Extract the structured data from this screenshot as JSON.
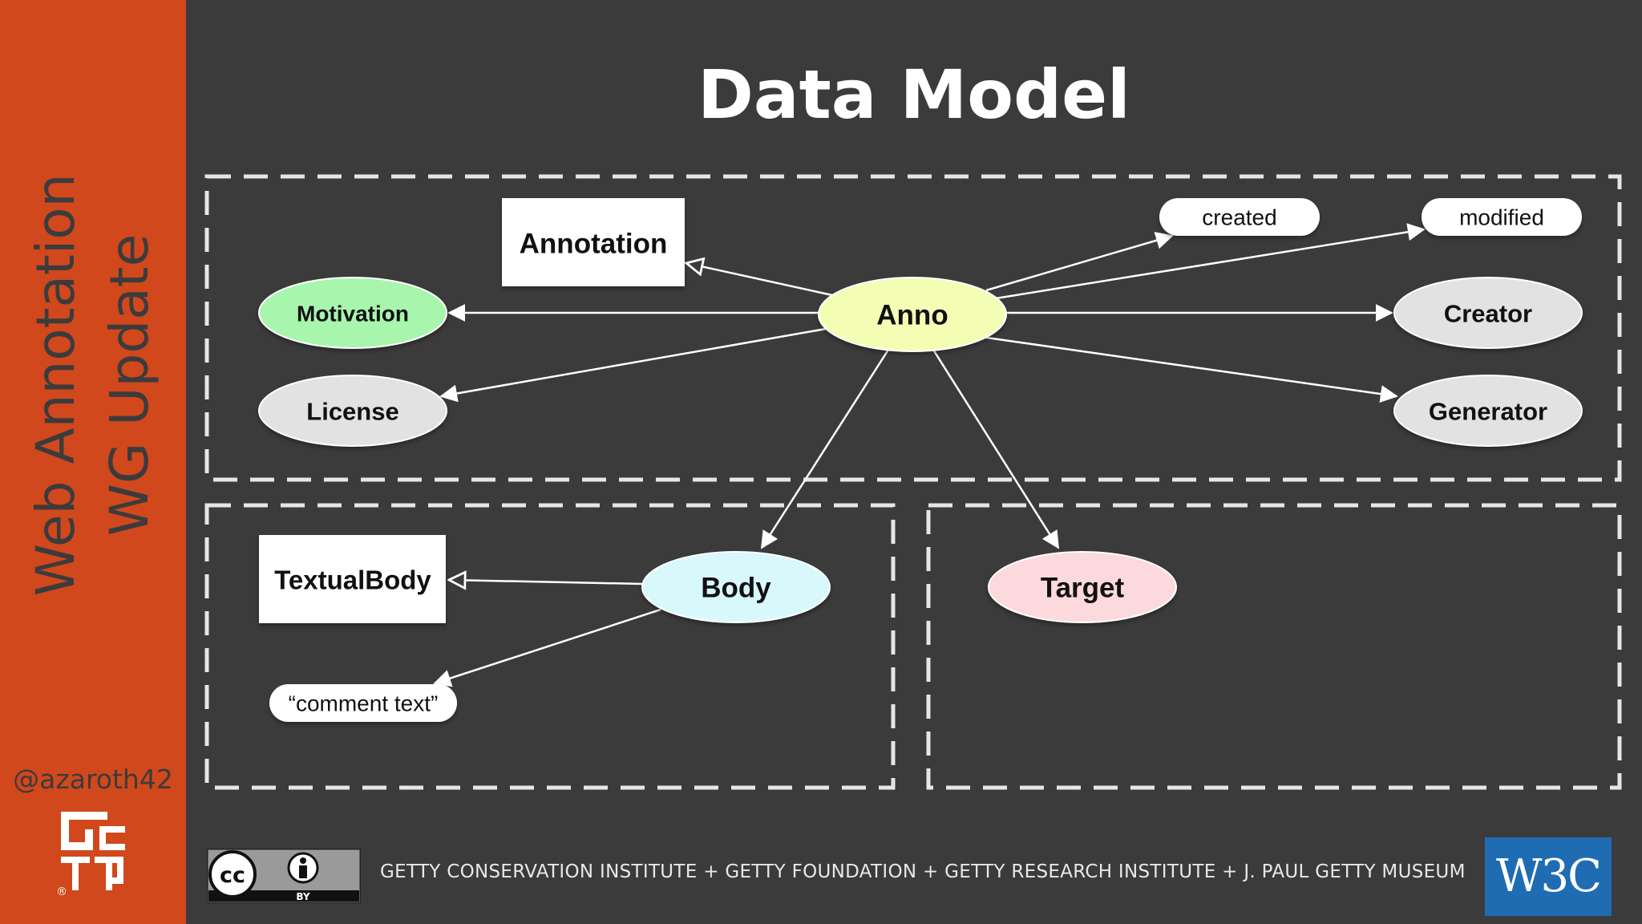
{
  "sidebar": {
    "title_line1": "Web Annotation",
    "title_line2": "WG Update",
    "handle": "@azaroth42",
    "logo_text": "GETTY",
    "logo_mark": "®"
  },
  "slide": {
    "title": "Data Model"
  },
  "diagram": {
    "nodes": {
      "annotation": "Annotation",
      "motivation": "Motivation",
      "license": "License",
      "anno": "Anno",
      "created": "created",
      "modified": "modified",
      "creator": "Creator",
      "generator": "Generator",
      "textualbody": "TextualBody",
      "body": "Body",
      "comment_text": "“comment text”",
      "target": "Target"
    },
    "colors": {
      "motivation": "#a8f5ad",
      "anno": "#f4fdb4",
      "body": "#d8f8fc",
      "target": "#fcd9dc",
      "grey_node": "#e2e2e2",
      "box": "#ffffff"
    }
  },
  "footer": {
    "sponsors": "GETTY CONSERVATION INSTITUTE + GETTY FOUNDATION + GETTY RESEARCH INSTITUTE + J. PAUL GETTY MUSEUM",
    "license_label": "BY",
    "license_cc": "cc",
    "w3c": "W3C"
  }
}
